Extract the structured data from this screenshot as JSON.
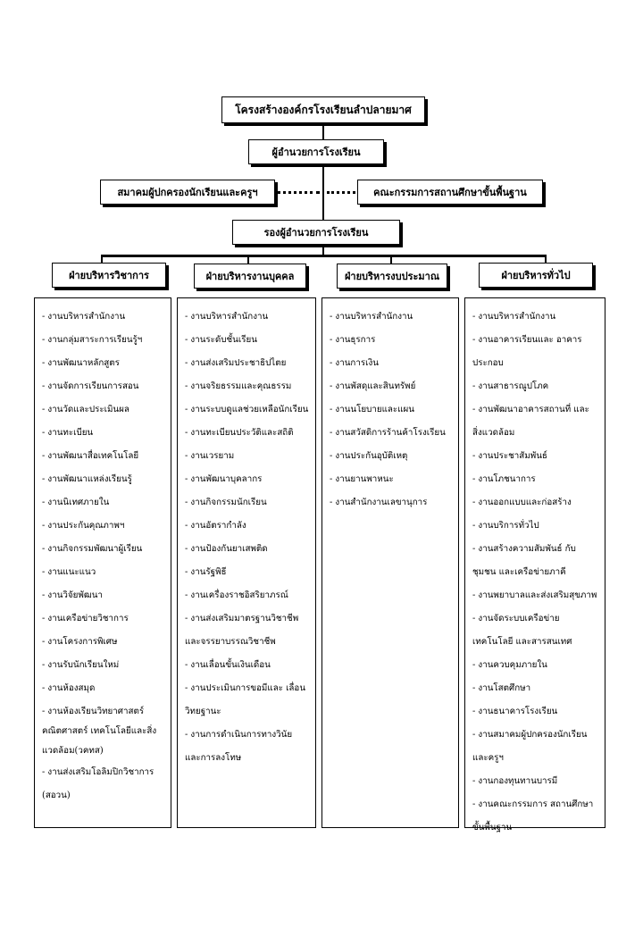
{
  "org": {
    "title": "โครงสร้างองค์กรโรงเรียนลำปลายมาศ",
    "director": "ผู้อำนวยการโรงเรียน",
    "left_assoc": "สมาคมผู้ปกครองนักเรียนและครูฯ",
    "right_board": "คณะกรรมการสถานศึกษาขั้นพื้นฐาน",
    "deputy": "รองผู้อำนวยการโรงเรียน"
  },
  "divisions": [
    {
      "name": "ฝ่ายบริหารวิชาการ",
      "items": [
        "- งานบริหารสำนักงาน",
        "- งานกลุ่มสาระการเรียนรู้ฯ",
        "- งานพัฒนาหลักสูตร",
        "- งานจัดการเรียนการสอน",
        "- งานวัดและประเมินผล",
        "- งานทะเบียน",
        "- งานพัฒนาสื่อเทคโนโลยี",
        "- งานพัฒนาแหล่งเรียนรู้",
        "- งานนิเทศภายใน",
        "- งานประกันคุณภาพฯ",
        "- งานกิจกรรมพัฒนาผู้เรียน",
        "- งานแนะแนว",
        "- งานวิจัยพัฒนา",
        "- งานเครือข่ายวิชาการ",
        "- งานโครงการพิเศษ",
        "- งานรับนักเรียนใหม่",
        "- งานห้องสมุด",
        "- งานห้องเรียนวิทยาศาสตร์ คณิตศาสตร์ เทคโนโลยีและสิ่งแวดล้อม(วคทส)",
        "- งานส่งเสริมโอลิมปิกวิชาการ (สอวน)"
      ]
    },
    {
      "name": "ฝ่ายบริหารงานบุคคล",
      "items": [
        "- งานบริหารสำนักงาน",
        "- งานระดับชั้นเรียน",
        "- งานส่งเสริมประชาธิปไตย",
        "- งานจริยธรรมและคุณธรรม",
        "- งานระบบดูแลช่วยเหลือนักเรียน",
        "- งานทะเบียนประวัติและสถิติ",
        "- งานเวรยาม",
        "- งานพัฒนาบุคลากร",
        "- งานกิจกรรมนักเรียน",
        "- งานอัตรากำลัง",
        "- งานป้องกันยาเสพติด",
        "- งานรัฐพิธี",
        "- งานเครื่องราชอิสริยาภรณ์",
        "- งานส่งเสริมมาตรฐานวิชาชีพ และจรรยาบรรณวิชาชีพ",
        "- งานเลื่อนขั้นเงินเดือน",
        "- งานประเมินการขอมีและ เลื่อนวิทยฐานะ",
        "- งานการดำเนินการทางวินัย และการลงโทษ"
      ]
    },
    {
      "name": "ฝ่ายบริหารงบประมาณ",
      "items": [
        "- งานบริหารสำนักงาน",
        "- งานธุรการ",
        "- งานการเงิน",
        "- งานพัสดุและสินทรัพย์",
        "- งานนโยบายและแผน",
        "- งานสวัสดิการร้านค้าโรงเรียน",
        "- งานประกันอุบัติเหตุ",
        "- งานยานพาหนะ",
        "- งานสำนักงานเลขานุการ"
      ]
    },
    {
      "name": "ฝ่ายบริหารทั่วไป",
      "items": [
        "- งานบริหารสำนักงาน",
        "- งานอาคารเรียนและ อาคารประกอบ",
        "- งานสาธารณูปโภค",
        "- งานพัฒนาอาคารสถานที่ และ สิ่งแวดล้อม",
        "- งานประชาสัมพันธ์",
        "- งานโภชนาการ",
        "- งานออกแบบและก่อสร้าง",
        "- งานบริการทั่วไป",
        "- งานสร้างความสัมพันธ์ กับชุมชน และเครือข่ายภาคี",
        "- งานพยาบาลและส่งเสริมสุขภาพ",
        "- งานจัดระบบเครือข่าย เทคโนโลยี และสารสนเทศ",
        "- งานควบคุมภายใน",
        "- งานโสตศึกษา",
        "- งานธนาคารโรงเรียน",
        "- งานสมาคมผู้ปกครองนักเรียน และครูฯ",
        "- งานกองทุนทานบารมี",
        "- งานคณะกรรมการ สถานศึกษาขั้นพื้นฐาน"
      ]
    }
  ]
}
